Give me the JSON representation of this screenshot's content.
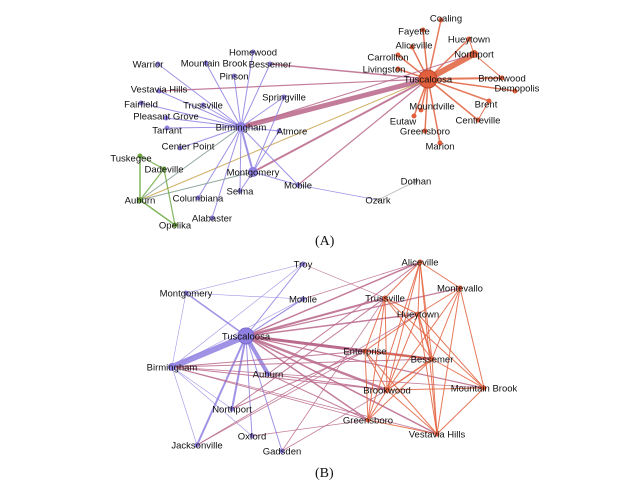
{
  "colors": {
    "purple": "#8f7fe0",
    "orange": "#e2603d",
    "pink": "#b9668a",
    "green": "#6fa843",
    "gold": "#c9a24a",
    "gray": "#b5b5b5",
    "teal": "#7f9a8c"
  },
  "panel_a": {
    "caption": "(A)",
    "nodes": [
      {
        "id": "Tuscaloosa",
        "group": "orange",
        "size": 9
      },
      {
        "id": "Coaling",
        "group": "orange",
        "size": 2.5
      },
      {
        "id": "Fayette",
        "group": "orange",
        "size": 2.5
      },
      {
        "id": "Hueytown",
        "group": "orange",
        "size": 2.5
      },
      {
        "id": "Aliceville",
        "group": "orange",
        "size": 2.5
      },
      {
        "id": "Northport",
        "group": "orange",
        "size": 4
      },
      {
        "id": "Carrollton",
        "group": "orange",
        "size": 2.5
      },
      {
        "id": "Livingston",
        "group": "orange",
        "size": 2.5
      },
      {
        "id": "Brookwood",
        "group": "orange",
        "size": 2.5
      },
      {
        "id": "Demopolis",
        "group": "orange",
        "size": 2.5
      },
      {
        "id": "Brent",
        "group": "orange",
        "size": 2.5
      },
      {
        "id": "Moundville",
        "group": "orange",
        "size": 2.5
      },
      {
        "id": "Centreville",
        "group": "orange",
        "size": 2.5
      },
      {
        "id": "Eutaw",
        "group": "orange",
        "size": 2.5
      },
      {
        "id": "Greensboro",
        "group": "orange",
        "size": 2.5
      },
      {
        "id": "Marion",
        "group": "orange",
        "size": 2.5
      },
      {
        "id": "Dothan",
        "group": "gray",
        "size": 2
      },
      {
        "id": "Ozark",
        "group": "gray",
        "size": 2
      },
      {
        "id": "Birmingham",
        "group": "purple",
        "size": 5
      },
      {
        "id": "Homewood",
        "group": "purple",
        "size": 2.5
      },
      {
        "id": "Warrior",
        "group": "purple",
        "size": 2.5
      },
      {
        "id": "Mountain Brook",
        "group": "purple",
        "size": 2.5
      },
      {
        "id": "Bessemer",
        "group": "purple",
        "size": 2.5
      },
      {
        "id": "Pinson",
        "group": "purple",
        "size": 2.5
      },
      {
        "id": "Vestavia Hills",
        "group": "purple",
        "size": 2.5
      },
      {
        "id": "Springville",
        "group": "purple",
        "size": 2.5
      },
      {
        "id": "Fairfield",
        "group": "purple",
        "size": 2.5
      },
      {
        "id": "Trussville",
        "group": "purple",
        "size": 2.5
      },
      {
        "id": "Pleasant Grove",
        "group": "purple",
        "size": 2.5
      },
      {
        "id": "Tarrant",
        "group": "purple",
        "size": 2.5
      },
      {
        "id": "Atmore",
        "group": "purple",
        "size": 2.5
      },
      {
        "id": "Center Point",
        "group": "purple",
        "size": 2.5
      },
      {
        "id": "Montgomery",
        "group": "purple",
        "size": 5
      },
      {
        "id": "Mobile",
        "group": "purple",
        "size": 2.5
      },
      {
        "id": "Selma",
        "group": "purple",
        "size": 2.5
      },
      {
        "id": "Columbiana",
        "group": "purple",
        "size": 2.5
      },
      {
        "id": "Alabaster",
        "group": "purple",
        "size": 2.5
      },
      {
        "id": "Tuskegee",
        "group": "green",
        "size": 2.5
      },
      {
        "id": "Dadeville",
        "group": "green",
        "size": 2.5
      },
      {
        "id": "Auburn",
        "group": "green",
        "size": 3
      },
      {
        "id": "Opelika",
        "group": "green",
        "size": 2.5
      }
    ],
    "edges": [
      [
        "Tuscaloosa",
        "Coaling",
        "orange",
        1.5
      ],
      [
        "Tuscaloosa",
        "Fayette",
        "orange",
        1.5
      ],
      [
        "Tuscaloosa",
        "Hueytown",
        "orange",
        1.5
      ],
      [
        "Tuscaloosa",
        "Aliceville",
        "orange",
        1.5
      ],
      [
        "Tuscaloosa",
        "Northport",
        "orange",
        6
      ],
      [
        "Tuscaloosa",
        "Carrollton",
        "orange",
        1.5
      ],
      [
        "Tuscaloosa",
        "Livingston",
        "orange",
        1.5
      ],
      [
        "Tuscaloosa",
        "Brookwood",
        "orange",
        2
      ],
      [
        "Tuscaloosa",
        "Demopolis",
        "orange",
        1.5
      ],
      [
        "Tuscaloosa",
        "Brent",
        "orange",
        1.5
      ],
      [
        "Tuscaloosa",
        "Moundville",
        "orange",
        1.5
      ],
      [
        "Tuscaloosa",
        "Centreville",
        "orange",
        1.5
      ],
      [
        "Tuscaloosa",
        "Eutaw",
        "orange",
        1.5
      ],
      [
        "Tuscaloosa",
        "Greensboro",
        "orange",
        1.5
      ],
      [
        "Tuscaloosa",
        "Marion",
        "orange",
        1.5
      ],
      [
        "Hueytown",
        "Northport",
        "orange",
        1
      ],
      [
        "Brent",
        "Centreville",
        "orange",
        1
      ],
      [
        "Northport",
        "Brookwood",
        "orange",
        1
      ],
      [
        "Tuscaloosa",
        "Birmingham",
        "pink",
        5
      ],
      [
        "Tuscaloosa",
        "Bessemer",
        "pink",
        1.5
      ],
      [
        "Tuscaloosa",
        "Vestavia Hills",
        "pink",
        1.2
      ],
      [
        "Tuscaloosa",
        "Montgomery",
        "pink",
        2
      ],
      [
        "Tuscaloosa",
        "Mobile",
        "pink",
        1.2
      ],
      [
        "Tuscaloosa",
        "Auburn",
        "gold",
        1
      ],
      [
        "Northport",
        "Birmingham",
        "pink",
        1
      ],
      [
        "Birmingham",
        "Homewood",
        "purple",
        1
      ],
      [
        "Birmingham",
        "Warrior",
        "purple",
        1
      ],
      [
        "Birmingham",
        "Mountain Brook",
        "purple",
        1
      ],
      [
        "Birmingham",
        "Bessemer",
        "purple",
        1
      ],
      [
        "Birmingham",
        "Pinson",
        "purple",
        1
      ],
      [
        "Birmingham",
        "Vestavia Hills",
        "purple",
        1
      ],
      [
        "Birmingham",
        "Springville",
        "purple",
        1
      ],
      [
        "Birmingham",
        "Fairfield",
        "purple",
        1
      ],
      [
        "Birmingham",
        "Trussville",
        "purple",
        1
      ],
      [
        "Birmingham",
        "Pleasant Grove",
        "purple",
        1
      ],
      [
        "Birmingham",
        "Tarrant",
        "purple",
        1
      ],
      [
        "Birmingham",
        "Atmore",
        "purple",
        1
      ],
      [
        "Birmingham",
        "Center Point",
        "purple",
        1
      ],
      [
        "Birmingham",
        "Montgomery",
        "purple",
        2
      ],
      [
        "Birmingham",
        "Mobile",
        "purple",
        1
      ],
      [
        "Birmingham",
        "Selma",
        "purple",
        1
      ],
      [
        "Birmingham",
        "Columbiana",
        "purple",
        1
      ],
      [
        "Birmingham",
        "Alabaster",
        "purple",
        1
      ],
      [
        "Montgomery",
        "Springville",
        "purple",
        1
      ],
      [
        "Montgomery",
        "Atmore",
        "purple",
        1
      ],
      [
        "Montgomery",
        "Selma",
        "purple",
        1
      ],
      [
        "Montgomery",
        "Mobile",
        "purple",
        1
      ],
      [
        "Mobile",
        "Ozark",
        "purple",
        0.8
      ],
      [
        "Ozark",
        "Dothan",
        "gray",
        1
      ],
      [
        "Birmingham",
        "Auburn",
        "teal",
        1
      ],
      [
        "Montgomery",
        "Auburn",
        "teal",
        1
      ],
      [
        "Auburn",
        "Tuskegee",
        "green",
        1.5
      ],
      [
        "Auburn",
        "Opelika",
        "green",
        1.5
      ],
      [
        "Auburn",
        "Dadeville",
        "green",
        1.2
      ],
      [
        "Tuskegee",
        "Dadeville",
        "green",
        1.2
      ],
      [
        "Dadeville",
        "Opelika",
        "green",
        1.2
      ]
    ]
  },
  "panel_b": {
    "caption": "(B)",
    "nodes": [
      {
        "id": "Tuscaloosa",
        "group": "purple",
        "size": 8
      },
      {
        "id": "Troy",
        "group": "purple",
        "size": 2.5
      },
      {
        "id": "Montgomery",
        "group": "purple",
        "size": 2.5
      },
      {
        "id": "Mobile",
        "group": "purple",
        "size": 2.5
      },
      {
        "id": "Birmingham",
        "group": "purple",
        "size": 4
      },
      {
        "id": "Auburn",
        "group": "purple",
        "size": 2.5
      },
      {
        "id": "Northport",
        "group": "purple",
        "size": 2.5
      },
      {
        "id": "Jacksonville",
        "group": "purple",
        "size": 2.5
      },
      {
        "id": "Oxford",
        "group": "purple",
        "size": 2.5
      },
      {
        "id": "Gadsden",
        "group": "purple",
        "size": 2.5
      },
      {
        "id": "Aliceville",
        "group": "orange",
        "size": 2.5
      },
      {
        "id": "Montevallo",
        "group": "orange",
        "size": 2.5
      },
      {
        "id": "Trussville",
        "group": "orange",
        "size": 2.5
      },
      {
        "id": "Hueytown",
        "group": "orange",
        "size": 2.5
      },
      {
        "id": "Enterprise",
        "group": "orange",
        "size": 2.5
      },
      {
        "id": "Bessemer",
        "group": "orange",
        "size": 2.5
      },
      {
        "id": "Brookwood",
        "group": "orange",
        "size": 3
      },
      {
        "id": "Mountain Brook",
        "group": "orange",
        "size": 2.5
      },
      {
        "id": "Greensboro",
        "group": "orange",
        "size": 2.5
      },
      {
        "id": "Vestavia Hills",
        "group": "orange",
        "size": 2.5
      }
    ],
    "edges": [
      [
        "Tuscaloosa",
        "Troy",
        "purple",
        1
      ],
      [
        "Tuscaloosa",
        "Montgomery",
        "purple",
        1.5
      ],
      [
        "Tuscaloosa",
        "Mobile",
        "purple",
        1.2
      ],
      [
        "Tuscaloosa",
        "Birmingham",
        "purple",
        6
      ],
      [
        "Tuscaloosa",
        "Auburn",
        "purple",
        4
      ],
      [
        "Tuscaloosa",
        "Northport",
        "purple",
        2
      ],
      [
        "Tuscaloosa",
        "Jacksonville",
        "purple",
        2
      ],
      [
        "Tuscaloosa",
        "Oxford",
        "purple",
        1
      ],
      [
        "Tuscaloosa",
        "Gadsden",
        "purple",
        1
      ],
      [
        "Birmingham",
        "Montgomery",
        "purple",
        0.6
      ],
      [
        "Birmingham",
        "Troy",
        "purple",
        0.6
      ],
      [
        "Birmingham",
        "Mobile",
        "purple",
        0.6
      ],
      [
        "Birmingham",
        "Northport",
        "purple",
        0.6
      ],
      [
        "Birmingham",
        "Jacksonville",
        "purple",
        0.6
      ],
      [
        "Montgomery",
        "Troy",
        "purple",
        0.6
      ],
      [
        "Montgomery",
        "Mobile",
        "purple",
        0.6
      ],
      [
        "Birmingham",
        "Oxford",
        "purple",
        0.6
      ],
      [
        "Tuscaloosa",
        "Aliceville",
        "pink",
        1.5
      ],
      [
        "Tuscaloosa",
        "Trussville",
        "pink",
        2
      ],
      [
        "Tuscaloosa",
        "Hueytown",
        "pink",
        1.5
      ],
      [
        "Tuscaloosa",
        "Enterprise",
        "pink",
        3
      ],
      [
        "Tuscaloosa",
        "Bessemer",
        "pink",
        2.5
      ],
      [
        "Tuscaloosa",
        "Brookwood",
        "pink",
        2.5
      ],
      [
        "Tuscaloosa",
        "Mountain Brook",
        "pink",
        1.2
      ],
      [
        "Tuscaloosa",
        "Greensboro",
        "pink",
        1.5
      ],
      [
        "Tuscaloosa",
        "Vestavia Hills",
        "pink",
        1.5
      ],
      [
        "Tuscaloosa",
        "Montevallo",
        "pink",
        1.2
      ],
      [
        "Birmingham",
        "Enterprise",
        "pink",
        1
      ],
      [
        "Birmingham",
        "Bessemer",
        "pink",
        1
      ],
      [
        "Birmingham",
        "Brookwood",
        "pink",
        1
      ],
      [
        "Birmingham",
        "Greensboro",
        "pink",
        0.8
      ],
      [
        "Birmingham",
        "Mountain Brook",
        "pink",
        0.8
      ],
      [
        "Birmingham",
        "Vestavia Hills",
        "pink",
        0.8
      ],
      [
        "Auburn",
        "Brookwood",
        "pink",
        1
      ],
      [
        "Auburn",
        "Greensboro",
        "pink",
        1
      ],
      [
        "Auburn",
        "Aliceville",
        "pink",
        1
      ],
      [
        "Northport",
        "Enterprise",
        "pink",
        1
      ],
      [
        "Northport",
        "Trussville",
        "pink",
        1
      ],
      [
        "Jacksonville",
        "Enterprise",
        "pink",
        0.8
      ],
      [
        "Jacksonville",
        "Hueytown",
        "pink",
        0.8
      ],
      [
        "Oxford",
        "Greensboro",
        "pink",
        0.8
      ],
      [
        "Gadsden",
        "Trussville",
        "pink",
        0.8
      ],
      [
        "Gadsden",
        "Brookwood",
        "pink",
        0.8
      ],
      [
        "Mobile",
        "Aliceville",
        "pink",
        0.8
      ],
      [
        "Troy",
        "Trussville",
        "pink",
        0.6
      ],
      [
        "Aliceville",
        "Montevallo",
        "orange",
        1
      ],
      [
        "Aliceville",
        "Trussville",
        "orange",
        1
      ],
      [
        "Aliceville",
        "Hueytown",
        "orange",
        1
      ],
      [
        "Aliceville",
        "Bessemer",
        "orange",
        1
      ],
      [
        "Aliceville",
        "Brookwood",
        "orange",
        1
      ],
      [
        "Aliceville",
        "Vestavia Hills",
        "orange",
        1
      ],
      [
        "Aliceville",
        "Greensboro",
        "orange",
        1
      ],
      [
        "Montevallo",
        "Hueytown",
        "orange",
        1
      ],
      [
        "Montevallo",
        "Bessemer",
        "orange",
        1
      ],
      [
        "Montevallo",
        "Mountain Brook",
        "orange",
        1
      ],
      [
        "Montevallo",
        "Vestavia Hills",
        "orange",
        1
      ],
      [
        "Montevallo",
        "Brookwood",
        "orange",
        1
      ],
      [
        "Trussville",
        "Hueytown",
        "orange",
        1
      ],
      [
        "Trussville",
        "Enterprise",
        "orange",
        1
      ],
      [
        "Trussville",
        "Bessemer",
        "orange",
        1
      ],
      [
        "Trussville",
        "Brookwood",
        "orange",
        1
      ],
      [
        "Trussville",
        "Greensboro",
        "orange",
        1
      ],
      [
        "Trussville",
        "Mountain Brook",
        "orange",
        1
      ],
      [
        "Hueytown",
        "Enterprise",
        "orange",
        1
      ],
      [
        "Hueytown",
        "Bessemer",
        "orange",
        1.5
      ],
      [
        "Hueytown",
        "Brookwood",
        "orange",
        1
      ],
      [
        "Hueytown",
        "Vestavia Hills",
        "orange",
        1
      ],
      [
        "Hueytown",
        "Mountain Brook",
        "orange",
        1
      ],
      [
        "Enterprise",
        "Bessemer",
        "orange",
        1.5
      ],
      [
        "Enterprise",
        "Brookwood",
        "orange",
        1
      ],
      [
        "Enterprise",
        "Greensboro",
        "orange",
        1
      ],
      [
        "Enterprise",
        "Vestavia Hills",
        "orange",
        1
      ],
      [
        "Bessemer",
        "Brookwood",
        "orange",
        1.5
      ],
      [
        "Bessemer",
        "Mountain Brook",
        "orange",
        1
      ],
      [
        "Bessemer",
        "Vestavia Hills",
        "orange",
        1
      ],
      [
        "Bessemer",
        "Greensboro",
        "orange",
        1
      ],
      [
        "Brookwood",
        "Greensboro",
        "orange",
        1
      ],
      [
        "Brookwood",
        "Vestavia Hills",
        "orange",
        1
      ],
      [
        "Brookwood",
        "Mountain Brook",
        "orange",
        1
      ],
      [
        "Greensboro",
        "Vestavia Hills",
        "orange",
        1
      ],
      [
        "Mountain Brook",
        "Vestavia Hills",
        "orange",
        1
      ]
    ]
  }
}
